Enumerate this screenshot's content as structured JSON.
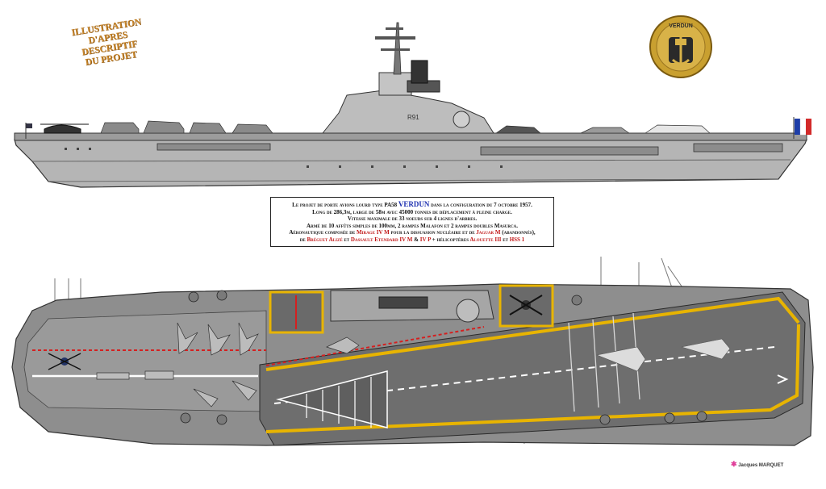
{
  "stamp": {
    "lines": [
      "ILLUSTRATION",
      "D'APRES",
      "DESCRIPTIF",
      "DU PROJET"
    ]
  },
  "emblem": {
    "label": "VERDUN",
    "icon": "naval-anchor-emblem-icon"
  },
  "hull_marking": "R91",
  "flag": {
    "icon": "french-flag-icon"
  },
  "caption": {
    "line1_before": "Le projet de porte avions lourd type PA58",
    "line1_name": "VERDUN",
    "line1_after": "dans la configuration du 7 octobre 1957.",
    "line2": "Long de 286,3m, large de 58m avec 45000 tonnes de déplacement à pleine charge.",
    "line3": "Vitesse maximale de 33 noeuds sur 4 lignes d'arbres.",
    "line4": "Armé de 10 affûts simples de 100mm, 2 rampes Malafon et 2 rampes doubles Masurca.",
    "line5_a": "Aéronautique composée de",
    "line5_b": "Mirage IV M",
    "line5_c": "pour la dissuasion nucléaire et de",
    "line5_d": "Jaguar M",
    "line5_e": "(abandonnés),",
    "line6_a": "de",
    "line6_b": "Bréguet Alizé",
    "line6_c": "et",
    "line6_d": "Dassault Etendard IV M",
    "line6_e": "&",
    "line6_f": "IV P",
    "line6_g": "+ hélicoptères",
    "line6_h": "Alouette III",
    "line6_i": "et",
    "line6_j": "HSS 1"
  },
  "signature": {
    "text": "Jacques MARQUET"
  },
  "colors": {
    "hull": "#a8a8a8",
    "deck": "#6e6e6e",
    "deck_dark": "#5a5a5a",
    "deck_stripe": "#e8b400",
    "white_line": "#ffffff",
    "red_line": "#d42020",
    "emblem_gold": "#c9a030",
    "emblem_dark": "#2a2a2a"
  }
}
